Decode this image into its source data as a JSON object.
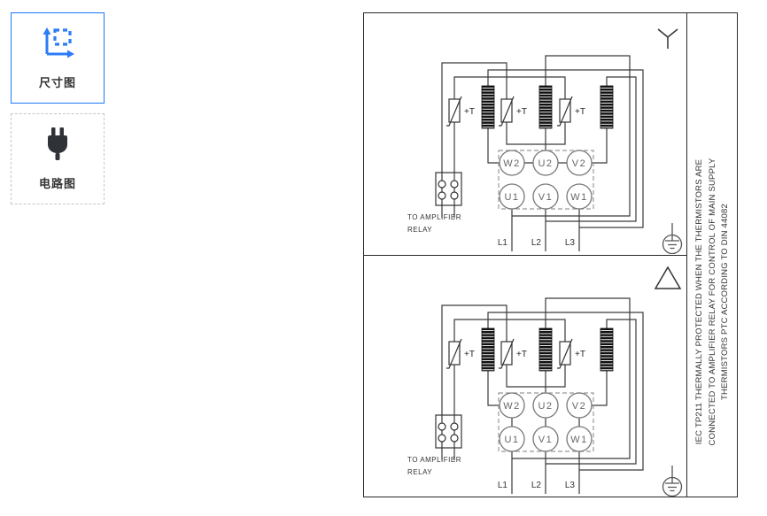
{
  "sidebar": {
    "items": [
      {
        "label": "尺寸图",
        "icon": "dimension-icon",
        "selected": true
      },
      {
        "label": "电路图",
        "icon": "plug-icon",
        "selected": false
      }
    ]
  },
  "diagram": {
    "panels": [
      {
        "connection": "star",
        "symbol": "wye-symbol"
      },
      {
        "connection": "delta",
        "symbol": "delta-symbol"
      }
    ],
    "thermistor_label": "+T",
    "relay_caption_line1": "TO AMPLIFIER",
    "relay_caption_line2": "RELAY",
    "terminals_top": [
      "W2",
      "U2",
      "V2"
    ],
    "terminals_bottom": [
      "U1",
      "V1",
      "W1"
    ],
    "supply_lines": [
      "L1",
      "L2",
      "L3"
    ],
    "note_lines": [
      "IEC TP211 THERMALLY PROTECTED WHEN THE THERMISTORS ARE",
      "CONNECTED TO AMPLIFIER RELAY FOR CONTROL OF MAIN SUPPLY",
      "THERMISTORS PTC ACCORDING TO DIN 44082"
    ],
    "colors": {
      "accent": "#1a7af8",
      "line": "#333333",
      "terminal_stroke": "#777777"
    }
  }
}
